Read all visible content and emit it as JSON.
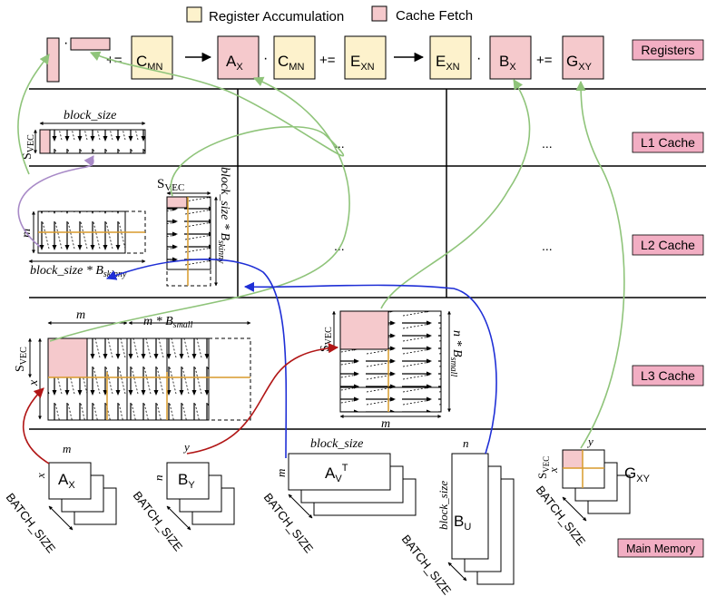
{
  "legend": {
    "register_accumulation": "Register Accumulation",
    "cache_fetch": "Cache Fetch"
  },
  "colors": {
    "register_fill": "#fdf2cc",
    "cache_fill": "#f5c9cc",
    "level_label_fill": "#f2aec3",
    "green_arrow": "#8fc47a",
    "purple_arrow": "#a88ac7",
    "blue_arrow": "#1f2fd6",
    "red_arrow": "#b11616",
    "orange_line": "#d99a2b"
  },
  "levels": {
    "registers": "Registers",
    "l1": "L1 Cache",
    "l2": "L2 Cache",
    "l3": "L3 Cache",
    "main_memory": "Main Memory"
  },
  "registers_row": {
    "dot1": "·",
    "pluseq1": "+=",
    "c_mn_1": {
      "base": "C",
      "sub": "MN"
    },
    "a_x": {
      "base": "A",
      "sub": "X"
    },
    "dot2": "·",
    "c_mn_2": {
      "base": "C",
      "sub": "MN"
    },
    "pluseq2": "+=",
    "e_xn_1": {
      "base": "E",
      "sub": "XN"
    },
    "e_xn_2": {
      "base": "E",
      "sub": "XN"
    },
    "dot3": "·",
    "b_x": {
      "base": "B",
      "sub": "X"
    },
    "pluseq3": "+=",
    "g_xy": {
      "base": "G",
      "sub": "XY"
    }
  },
  "l1": {
    "block_size": "block_size",
    "s_vec": {
      "base": "S",
      "sub": "VEC"
    },
    "ellipsis1": "...",
    "ellipsis2": "..."
  },
  "l2": {
    "m": "m",
    "block_size_b_skinny": {
      "base": "block_size * B",
      "sub": "skinny"
    },
    "s_vec": {
      "base": "S",
      "sub": "VEC"
    },
    "block_size_b_skinny_v": {
      "base": "block_size * B",
      "sub": "skinny"
    },
    "ellipsis1": "...",
    "ellipsis2": "..."
  },
  "l3": {
    "m_top": "m",
    "m_b_small": {
      "base": "m * B",
      "sub": "small"
    },
    "s_vec_left": {
      "base": "S",
      "sub": "VEC"
    },
    "x_left": "x",
    "s_vec_right": {
      "base": "S",
      "sub": "VEC"
    },
    "n_b_small": {
      "base": "n * B",
      "sub": "small"
    },
    "m_bottom": "m"
  },
  "memory": {
    "ax": {
      "dim_top": "m",
      "dim_left": "x",
      "base": "A",
      "sub": "X",
      "batch": "BATCH_SIZE"
    },
    "by": {
      "dim_top": "y",
      "dim_left": "n",
      "base": "B",
      "sub": "Y",
      "batch": "BATCH_SIZE"
    },
    "avt": {
      "dim_top": "block_size",
      "dim_left": "m",
      "base": "A",
      "sub": "V",
      "sup": "T",
      "batch": "BATCH_SIZE"
    },
    "bu": {
      "dim_top": "n",
      "dim_left": "block_size",
      "base": "B",
      "sub": "U",
      "batch": "BATCH_SIZE"
    },
    "gxy": {
      "dim_top": "y",
      "s_vec": {
        "base": "S",
        "sub": "VEC"
      },
      "x": "x",
      "base": "G",
      "sub": "XY",
      "batch": "BATCH_SIZE"
    }
  }
}
